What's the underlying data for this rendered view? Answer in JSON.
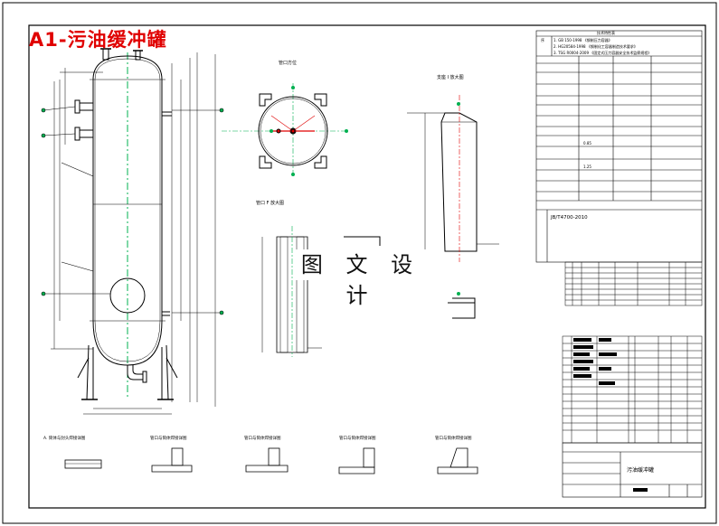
{
  "drawing": {
    "title_text": "A1-污油缓冲罐",
    "watermark": "图 文 设 计",
    "accent_color": "#e00000",
    "centerline_color": "#00b050",
    "vessel_line_color": "#000000"
  },
  "spec_block": {
    "header": "技术特性表",
    "standards": [
      "1. GB 150-1998 《钢制压力容器》",
      "2. HG20584-1998 《钢制化工容器制造技术要求》",
      "3. TSG R0004-2009 《固定式压力容器安全技术监察规程》"
    ],
    "row_value_a": "0.85",
    "row_value_b": "1.25",
    "standard_ref": "JB/T4700-2010"
  },
  "title_block": {
    "drawing_name": "污油缓冲罐"
  }
}
